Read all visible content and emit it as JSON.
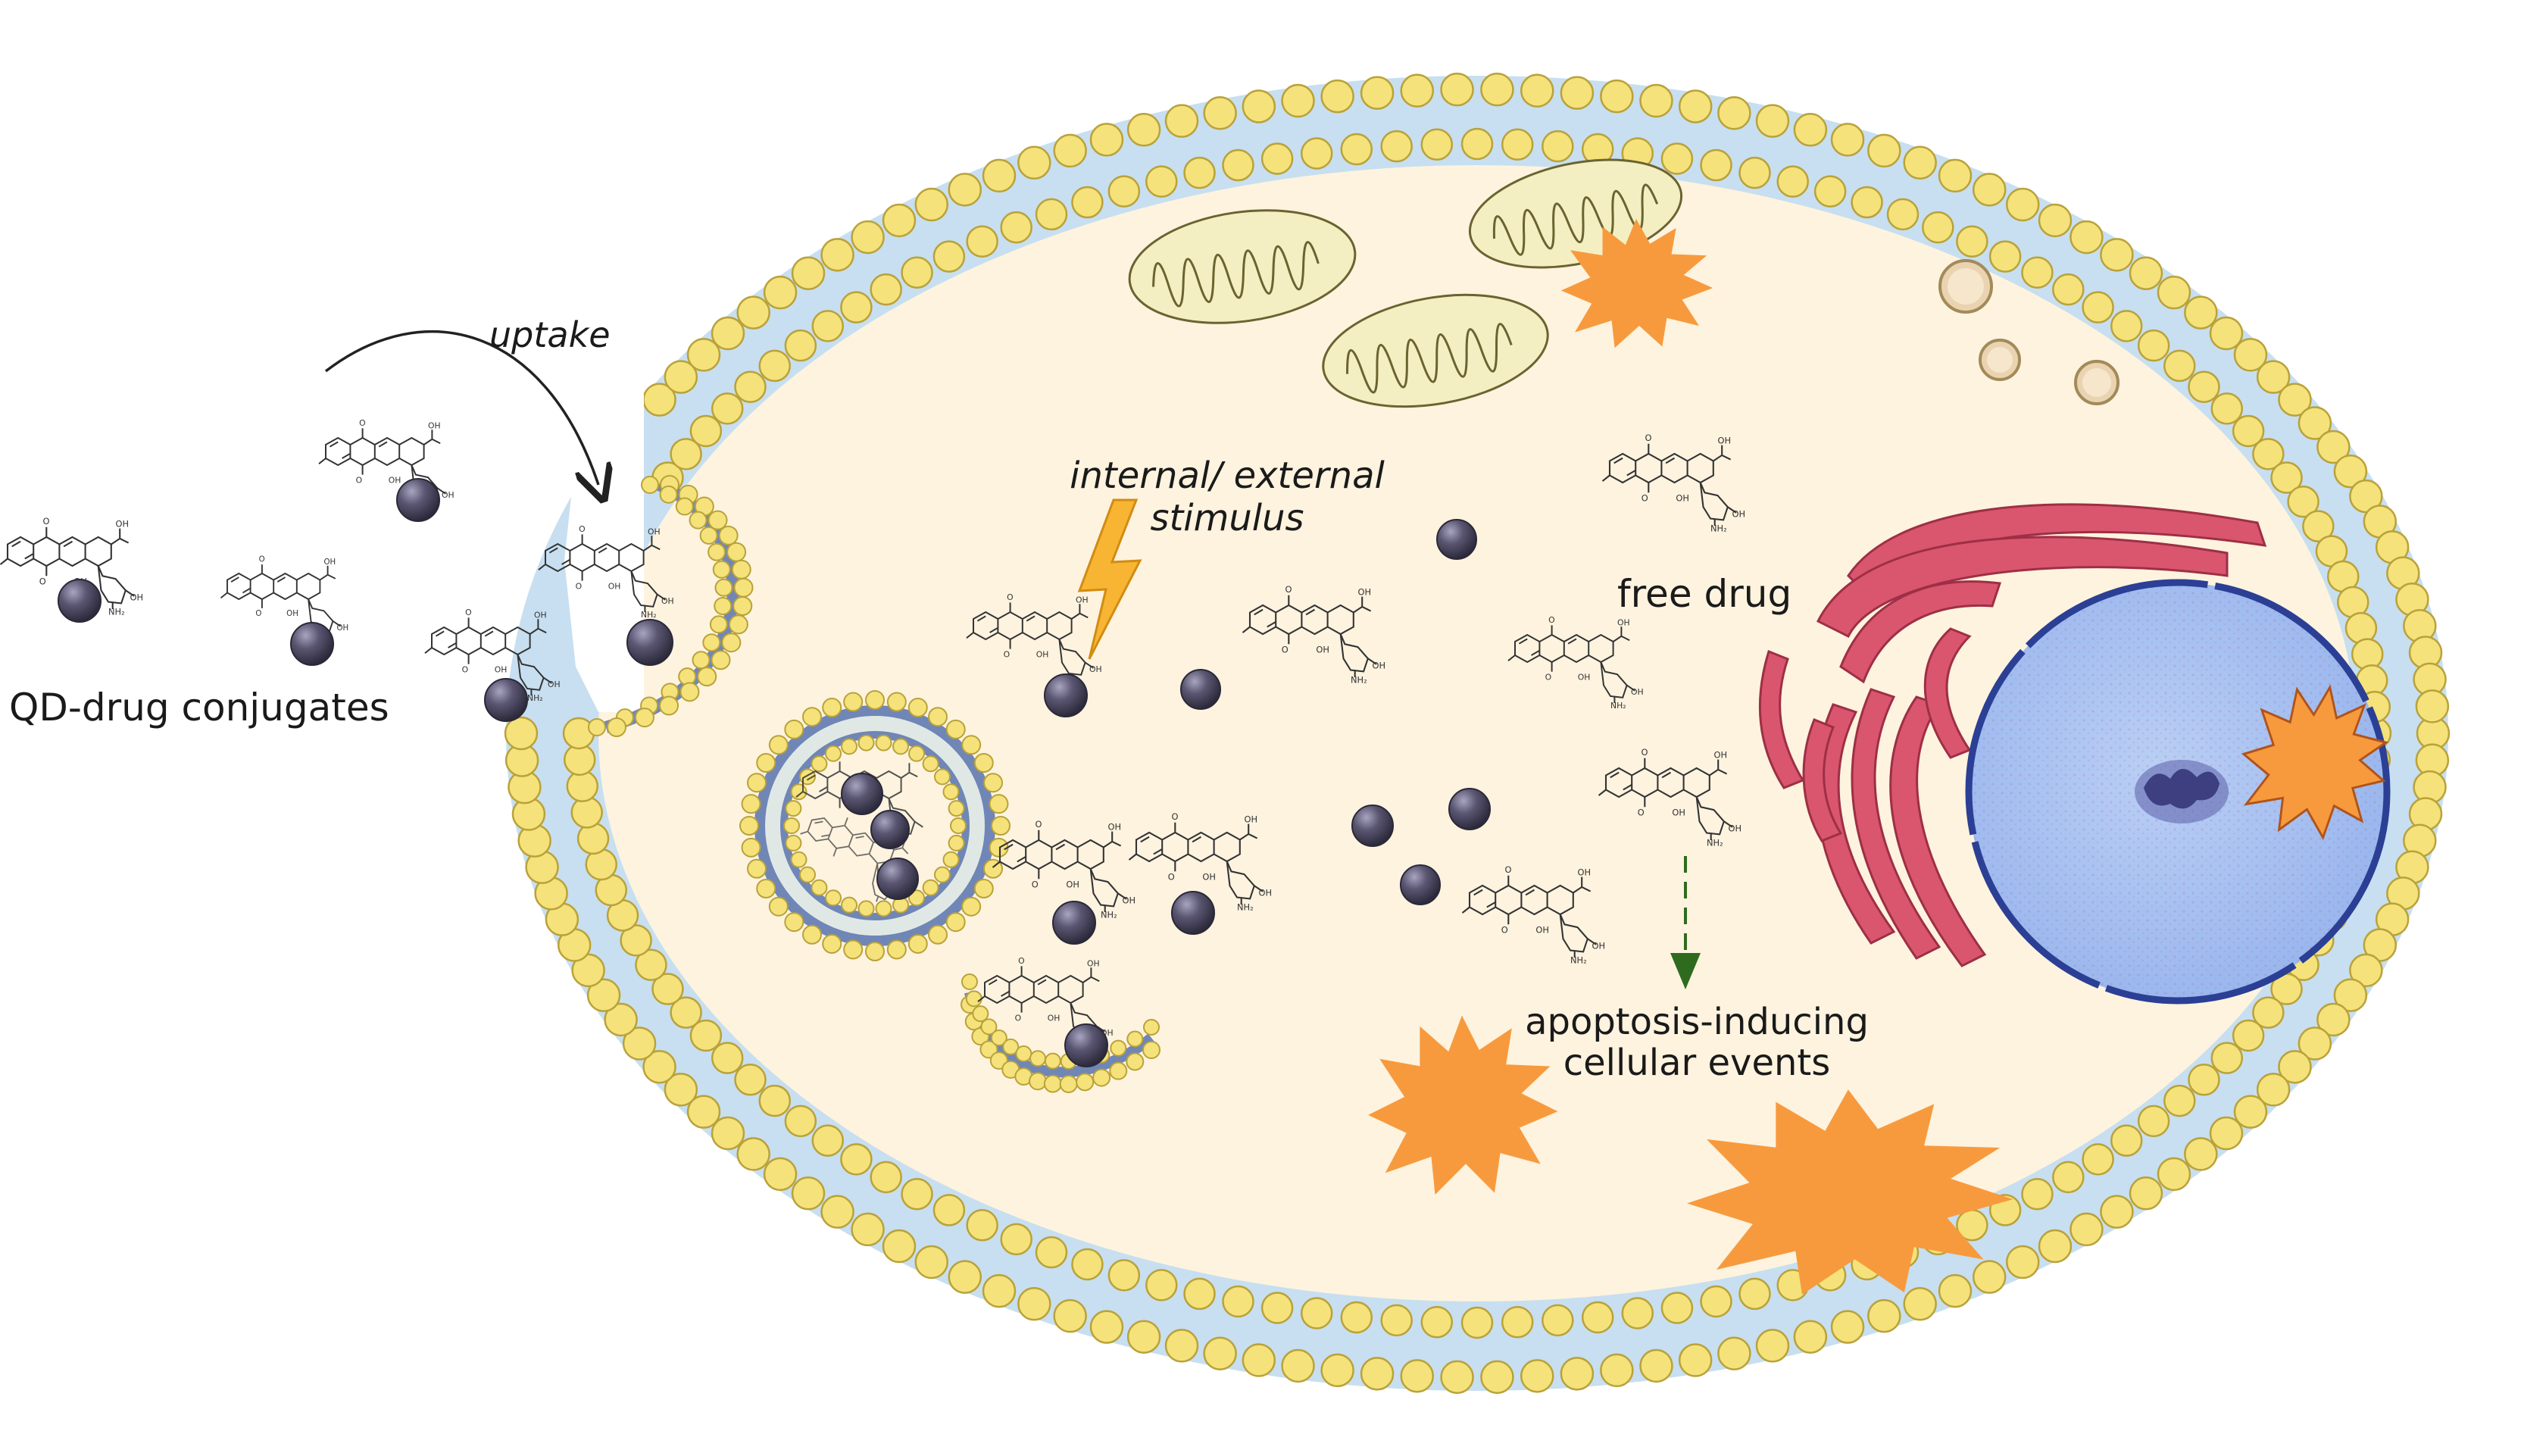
{
  "labels": {
    "conjugates": "QD-drug conjugates",
    "uptake": "uptake",
    "stimulus_line1": "internal/ external",
    "stimulus_line2": "stimulus",
    "free_drug": "free drug",
    "apoptosis_line1": "apoptosis-inducing",
    "apoptosis_line2": "cellular events"
  },
  "colors": {
    "lipid_head": "#f5e27a",
    "lipid_head_stroke": "#b9a23a",
    "membrane_band": "#c7dff0",
    "cytoplasm": "#fdf3df",
    "quantum_dot": "#4d4a63",
    "apoptosis_burst": "#f79a3e",
    "golgi": "#d9566e",
    "nucleus": "#a9c4f2",
    "nuclear_envelope": "#2b3f95",
    "mitochondria": "#f4efc2",
    "stimulus_bolt": "#f8b433",
    "arrow_dashed": "#2f6b1e"
  },
  "icons": [
    "quantum-dot-icon",
    "drug-molecule-icon",
    "lightning-bolt-icon",
    "apoptosis-burst-icon",
    "mitochondrion-icon",
    "golgi-icon",
    "nucleus-icon",
    "vesicle-icon",
    "liposome-icon"
  ]
}
